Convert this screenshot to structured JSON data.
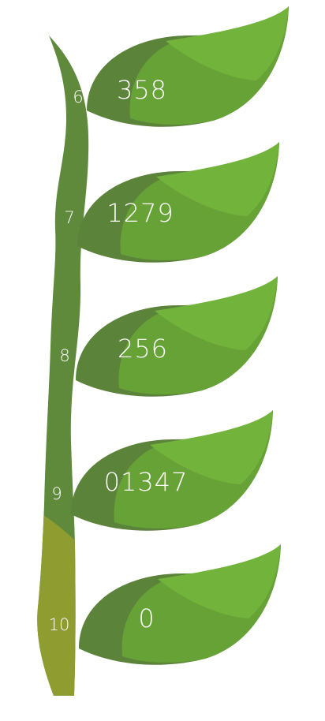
{
  "plot": {
    "stems": [
      "6",
      "7",
      "8",
      "9",
      "10"
    ],
    "leaves": [
      "358",
      "1279",
      "256",
      "01347",
      "0"
    ]
  },
  "colors": {
    "stem": "#5f8a3c",
    "stem_base": "#8f9c30",
    "leaf_dark": "#5b833a",
    "leaf_mid": "#67a236",
    "leaf_light": "#72b33c",
    "text": "#ffffff"
  }
}
